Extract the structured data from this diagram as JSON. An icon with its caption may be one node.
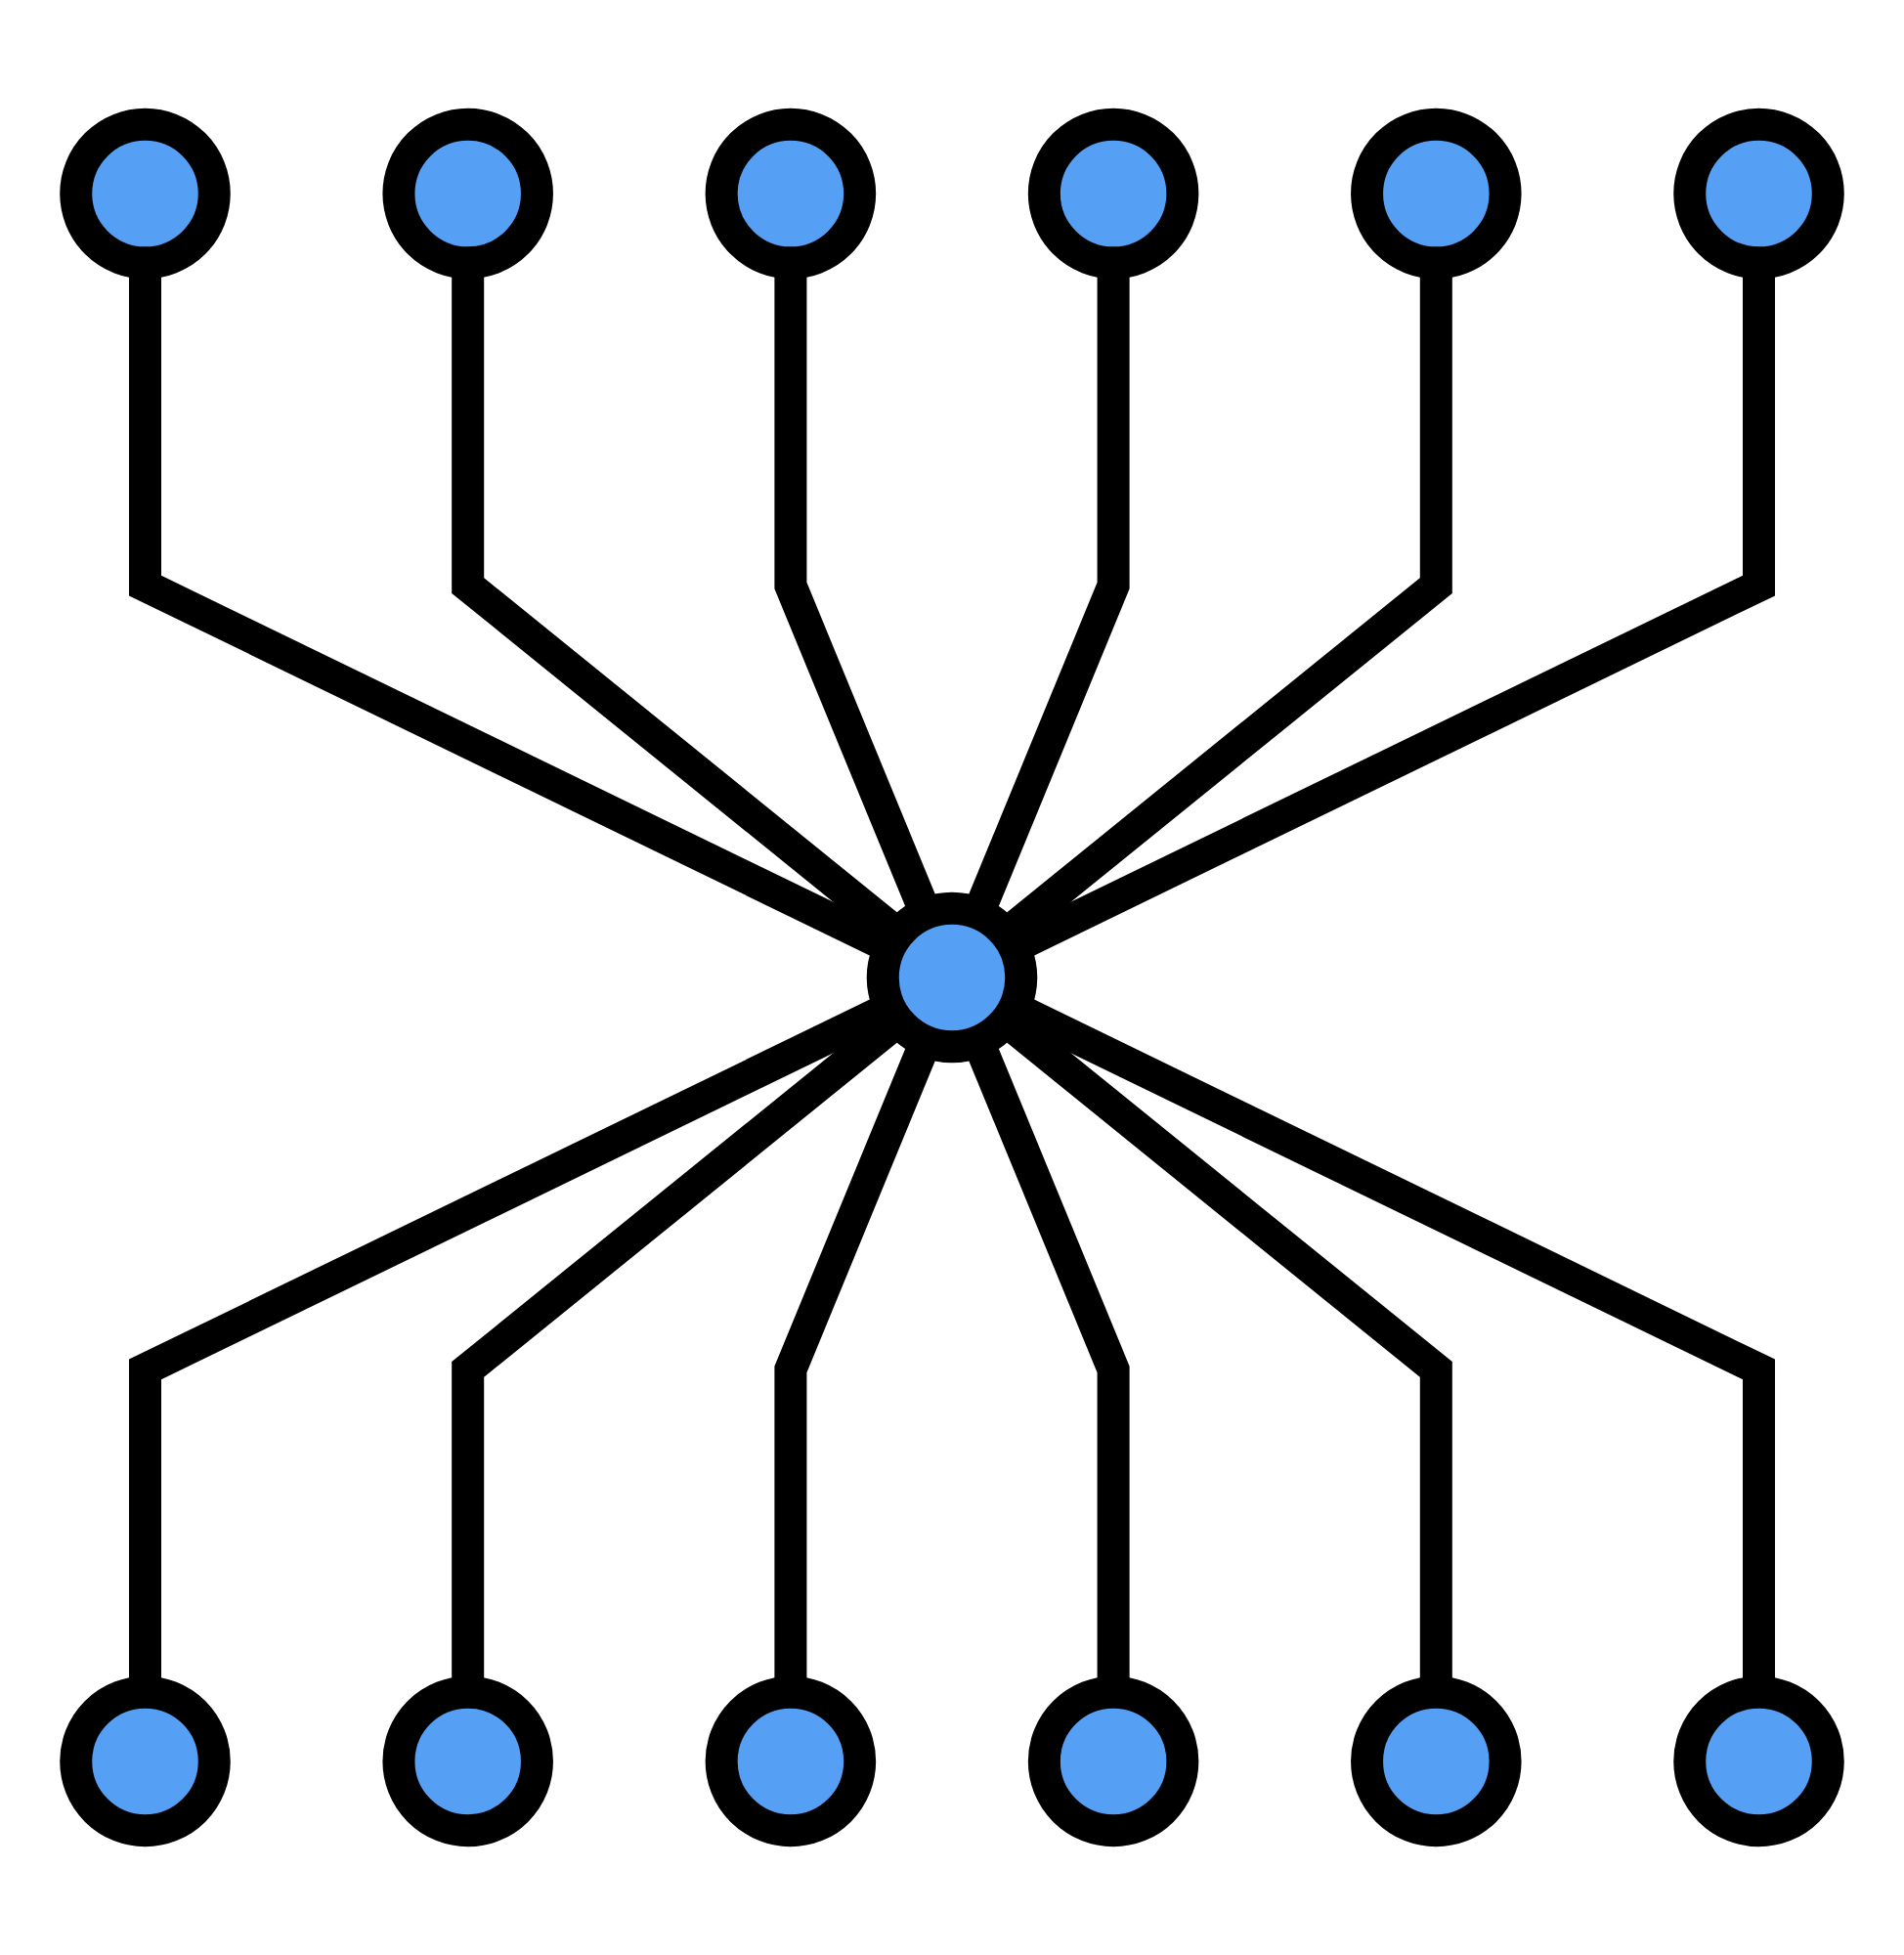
{
  "diagram": {
    "nodes": [
      {
        "text": [],
        "shape": "circle"
      },
      {
        "text": [],
        "shape": "circle"
      },
      {
        "text": [],
        "shape": "circle"
      },
      {
        "text": [],
        "shape": "circle"
      },
      {
        "text": [],
        "shape": "circle"
      },
      {
        "text": [],
        "shape": "circle"
      },
      {
        "text": [],
        "shape": "circle"
      },
      {
        "text": [],
        "shape": "circle"
      },
      {
        "text": [],
        "shape": "circle"
      },
      {
        "text": [],
        "shape": "circle"
      },
      {
        "text": [],
        "shape": "circle"
      },
      {
        "text": [],
        "shape": "circle"
      },
      {
        "text": [],
        "shape": "circle"
      }
    ],
    "edges": [
      {
        "from": 0,
        "to": 6,
        "arrow": "none"
      },
      {
        "from": 1,
        "to": 6,
        "arrow": "none"
      },
      {
        "from": 2,
        "to": 6,
        "arrow": "none"
      },
      {
        "from": 3,
        "to": 6,
        "arrow": "none"
      },
      {
        "from": 4,
        "to": 6,
        "arrow": "none"
      },
      {
        "from": 5,
        "to": 6,
        "arrow": "none"
      },
      {
        "from": 6,
        "to": 7,
        "arrow": "none"
      },
      {
        "from": 6,
        "to": 8,
        "arrow": "none"
      },
      {
        "from": 6,
        "to": 9,
        "arrow": "none"
      },
      {
        "from": 6,
        "to": 10,
        "arrow": "none"
      },
      {
        "from": 6,
        "to": 11,
        "arrow": "none"
      },
      {
        "from": 6,
        "to": 12,
        "arrow": "none"
      }
    ]
  }
}
